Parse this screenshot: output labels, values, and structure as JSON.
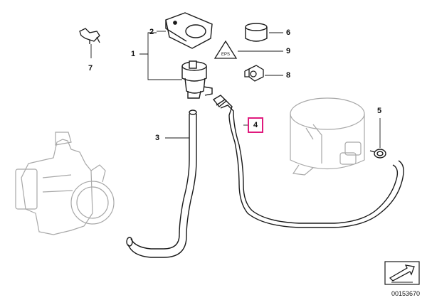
{
  "callouts": {
    "c1": "1",
    "c2": "2",
    "c3": "3",
    "c4": "4",
    "c5": "5",
    "c6": "6",
    "c7": "7",
    "c8": "8",
    "c9": "9"
  },
  "label_9_badge": "EPS",
  "diagram_id": "00153670",
  "colors": {
    "highlight": "#e0197d",
    "line": "#1a1a1a",
    "faded": "#a8a8a8"
  },
  "icons": {
    "navigation": "next-page-arrow-icon"
  }
}
